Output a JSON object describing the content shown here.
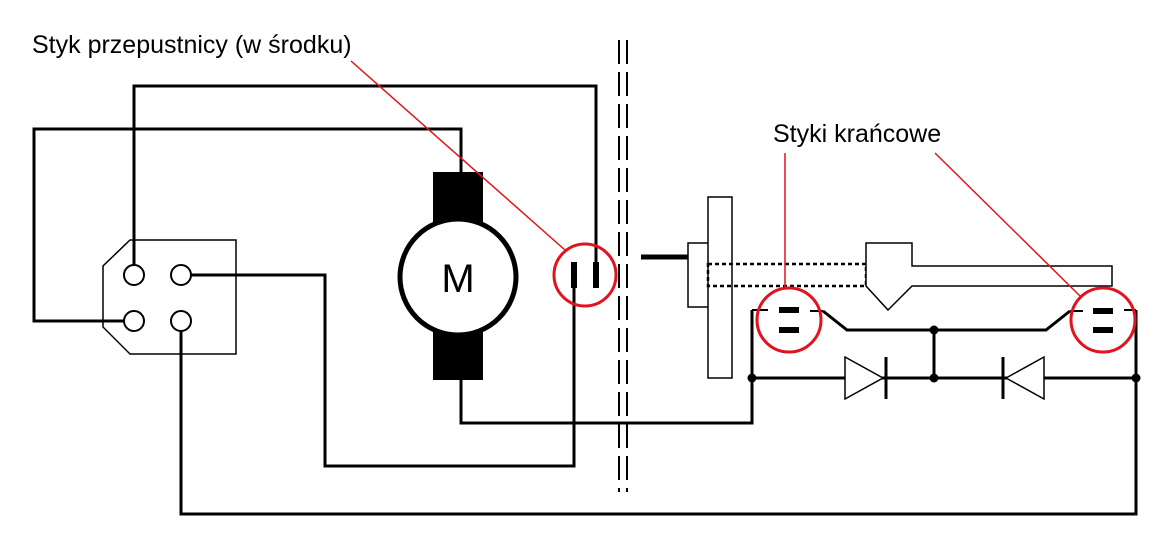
{
  "labels": {
    "throttle_contact": "Styk przepustnicy (w środku)",
    "limit_contacts": "Styki krańcowe",
    "motor": "M"
  },
  "colors": {
    "wire": "#000000",
    "highlight": "#e0141e",
    "background": "#ffffff"
  }
}
